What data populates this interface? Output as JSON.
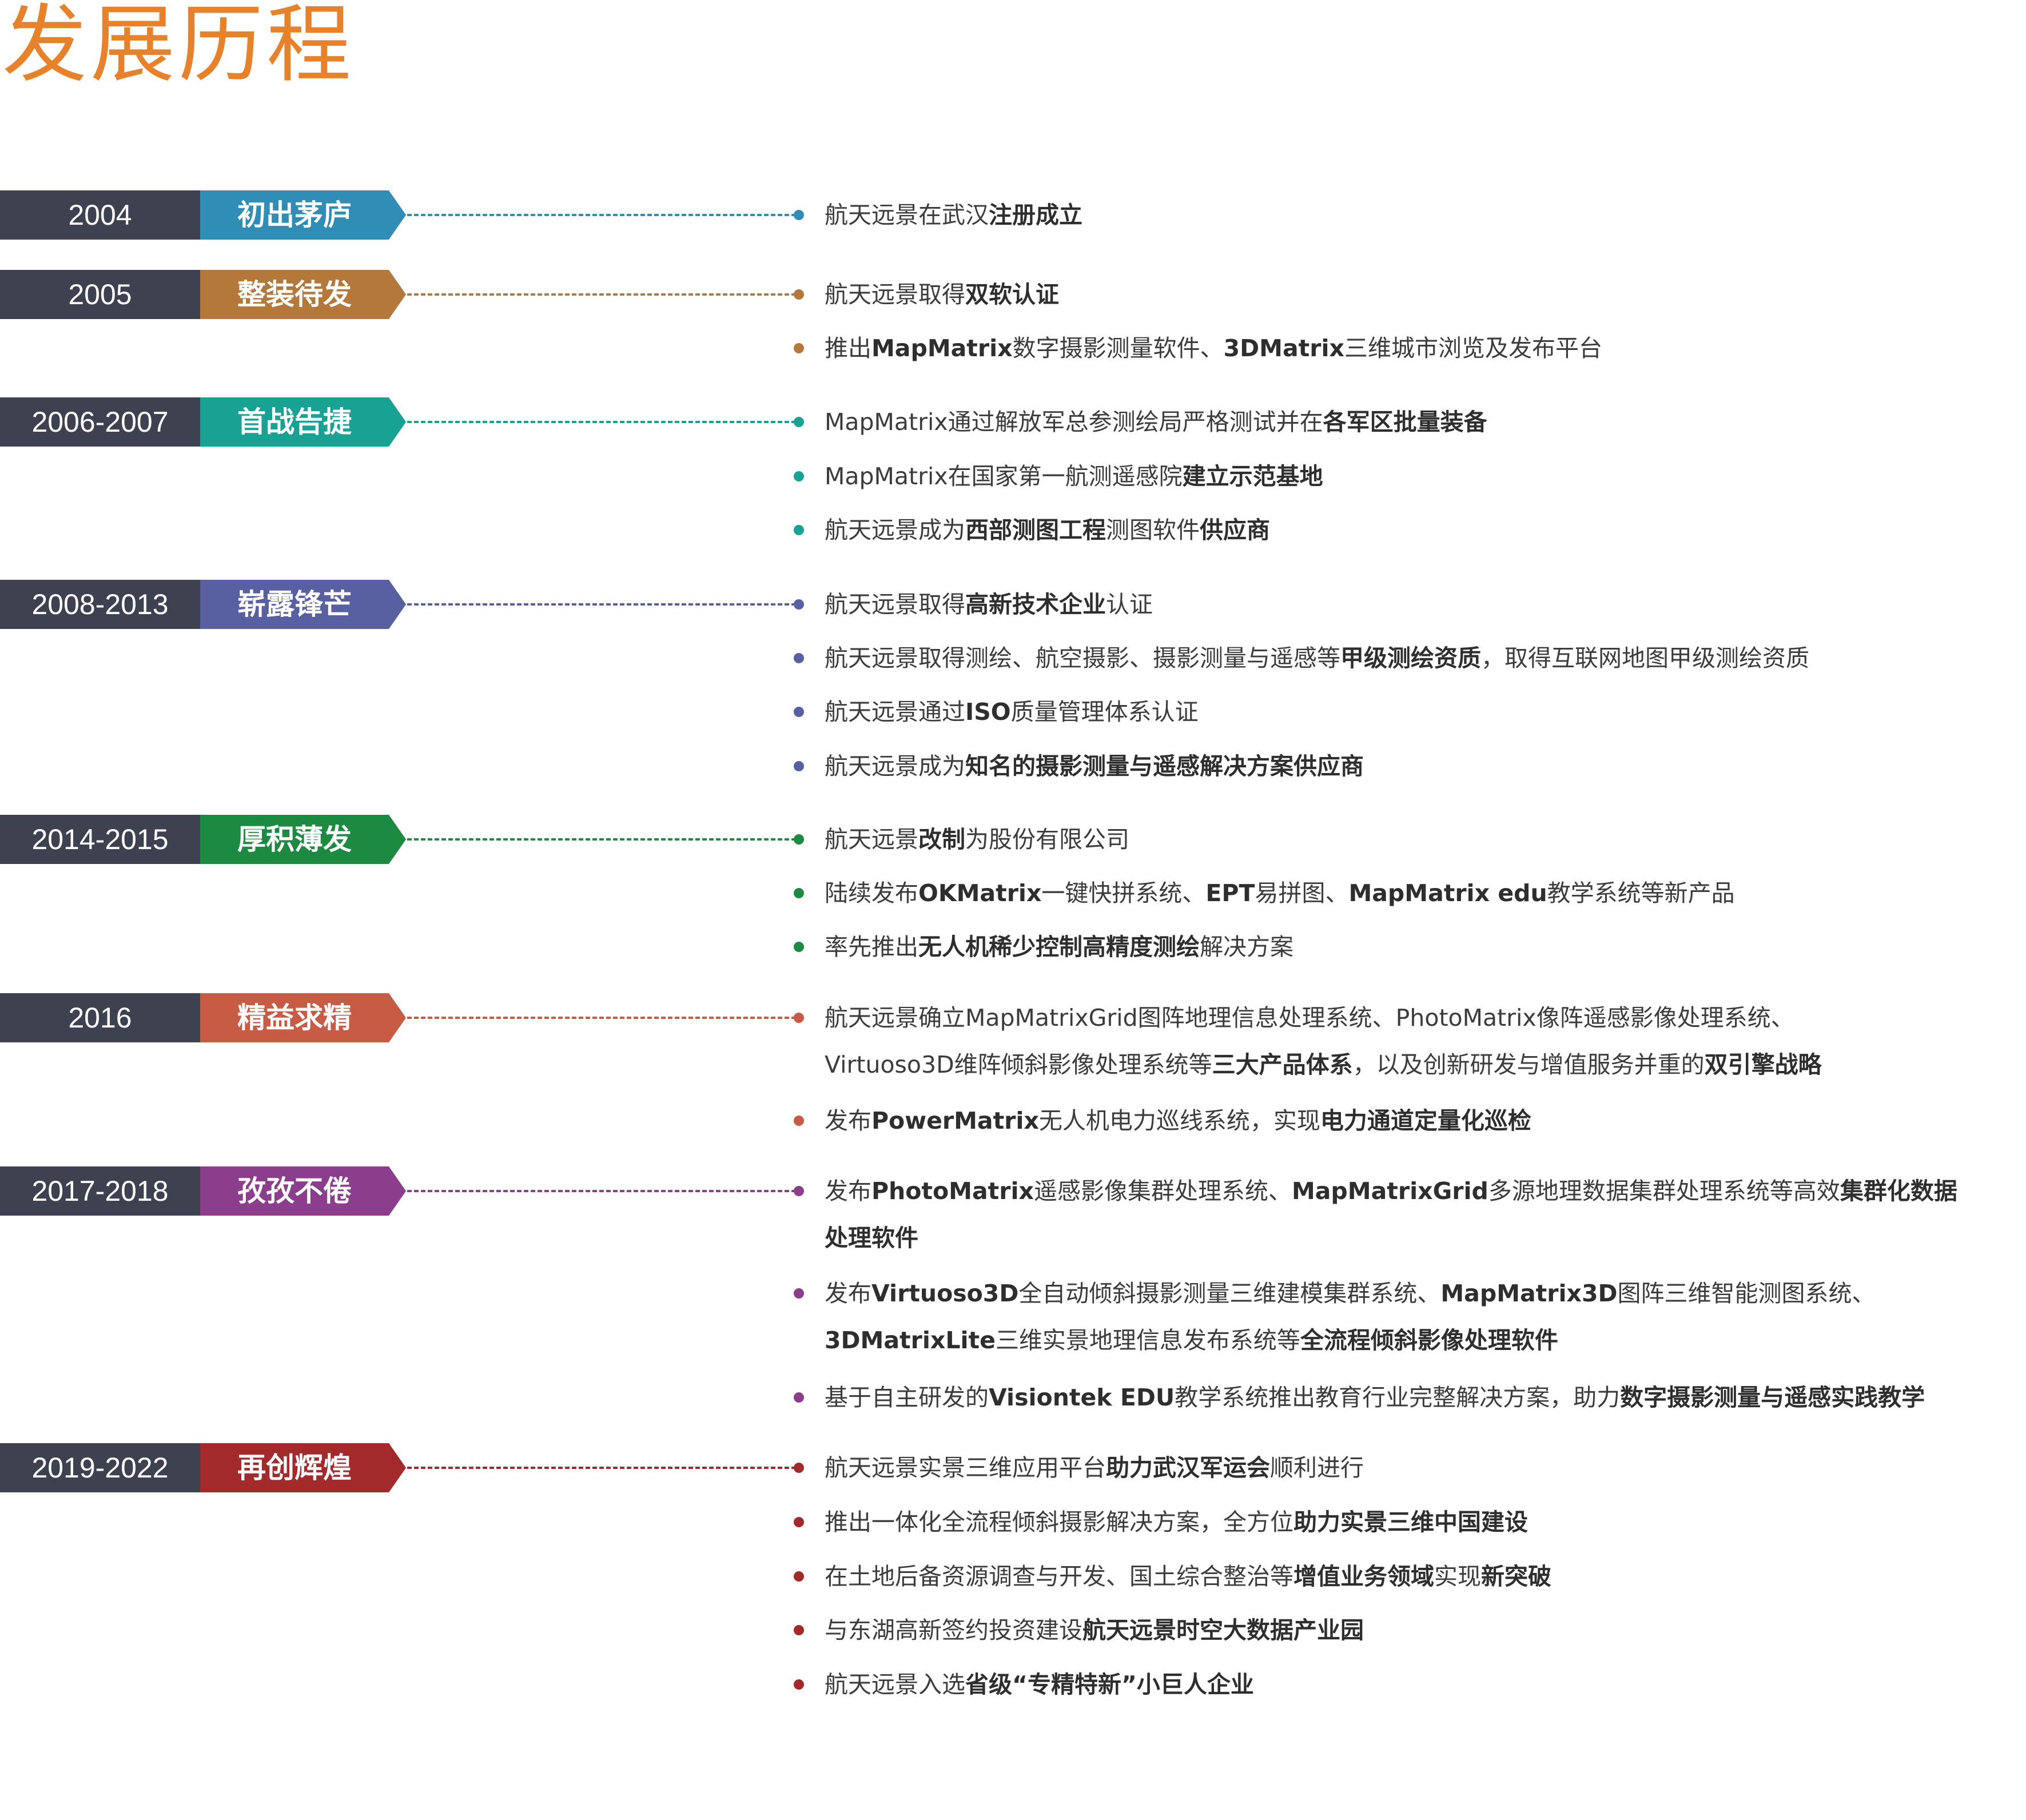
{
  "page_title": "发展历程",
  "periods": [
    {
      "year": "2004",
      "tag": "初出茅庐",
      "color": "#2f8db6",
      "events": [
        {
          "lines": [
            [
              [
                "航天远景在武汉",
                false
              ],
              [
                "注册成立",
                true
              ]
            ]
          ]
        }
      ]
    },
    {
      "year": "2005",
      "tag": "整装待发",
      "color": "#b5783b",
      "events": [
        {
          "lines": [
            [
              [
                "航天远景取得",
                false
              ],
              [
                "双软认证",
                true
              ]
            ]
          ]
        },
        {
          "lines": [
            [
              [
                "推出",
                false
              ],
              [
                "MapMatrix",
                true
              ],
              [
                "数字摄影测量软件、",
                false
              ],
              [
                "3DMatrix",
                true
              ],
              [
                "三维城市浏览及发布平台",
                false
              ]
            ]
          ]
        }
      ]
    },
    {
      "year": "2006-2007",
      "tag": "首战告捷",
      "color": "#17a294",
      "events": [
        {
          "lines": [
            [
              [
                "MapMatrix通过解放军总参测绘局严格测试并在",
                false
              ],
              [
                "各军区批量装备",
                true
              ]
            ]
          ]
        },
        {
          "lines": [
            [
              [
                "MapMatrix在国家第一航测遥感院",
                false
              ],
              [
                "建立示范基地",
                true
              ]
            ]
          ]
        },
        {
          "lines": [
            [
              [
                "航天远景成为",
                false
              ],
              [
                "西部测图工程",
                true
              ],
              [
                "测图软件",
                false
              ],
              [
                "供应商",
                true
              ]
            ]
          ]
        }
      ]
    },
    {
      "year": "2008-2013",
      "tag": "崭露锋芒",
      "color": "#5860a1",
      "events": [
        {
          "lines": [
            [
              [
                "航天远景取得",
                false
              ],
              [
                "高新技术企业",
                true
              ],
              [
                "认证",
                false
              ]
            ]
          ]
        },
        {
          "lines": [
            [
              [
                "航天远景取得测绘、航空摄影、摄影测量与遥感等",
                false
              ],
              [
                "甲级测绘资质",
                true
              ],
              [
                "，取得互联网地图甲级测绘资质",
                false
              ]
            ]
          ]
        },
        {
          "lines": [
            [
              [
                "航天远景通过",
                false
              ],
              [
                "ISO",
                true
              ],
              [
                "质量管理体系认证",
                false
              ]
            ]
          ]
        },
        {
          "lines": [
            [
              [
                "航天远景成为",
                false
              ],
              [
                "知名的摄影测量与遥感解决方案供应商",
                true
              ]
            ]
          ]
        }
      ]
    },
    {
      "year": "2014-2015",
      "tag": "厚积薄发",
      "color": "#1c8a40",
      "events": [
        {
          "lines": [
            [
              [
                "航天远景",
                false
              ],
              [
                "改制",
                true
              ],
              [
                "为股份有限公司",
                false
              ]
            ]
          ]
        },
        {
          "lines": [
            [
              [
                "陆续发布",
                false
              ],
              [
                "OKMatrix",
                true
              ],
              [
                "一键快拼系统、",
                false
              ],
              [
                "EPT",
                true
              ],
              [
                "易拼图、",
                false
              ],
              [
                "MapMatrix edu",
                true
              ],
              [
                "教学系统等新产品",
                false
              ]
            ]
          ]
        },
        {
          "lines": [
            [
              [
                "率先推出",
                false
              ],
              [
                "无人机稀少控制高精度测绘",
                true
              ],
              [
                "解决方案",
                false
              ]
            ]
          ]
        }
      ]
    },
    {
      "year": "2016",
      "tag": "精益求精",
      "color": "#c85b43",
      "events": [
        {
          "lines": [
            [
              [
                "航天远景确立MapMatrixGrid图阵地理信息处理系统、PhotoMatrix像阵遥感影像处理系统、",
                false
              ]
            ],
            [
              [
                "Virtuoso3D维阵倾斜影像处理系统等",
                false
              ],
              [
                "三大产品体系",
                true
              ],
              [
                "，以及创新研发与增值服务并重的",
                false
              ],
              [
                "双引擎战略",
                true
              ]
            ]
          ]
        },
        {
          "lines": [
            [
              [
                "发布",
                false
              ],
              [
                "PowerMatrix",
                true
              ],
              [
                "无人机电力巡线系统，实现",
                false
              ],
              [
                "电力通道定量化巡检",
                true
              ]
            ]
          ]
        }
      ]
    },
    {
      "year": "2017-2018",
      "tag": "孜孜不倦",
      "color": "#8b3e8c",
      "events": [
        {
          "lines": [
            [
              [
                "发布",
                false
              ],
              [
                "PhotoMatrix",
                true
              ],
              [
                "遥感影像集群处理系统、",
                false
              ],
              [
                "MapMatrixGrid",
                true
              ],
              [
                "多源地理数据集群处理系统等高效",
                false
              ],
              [
                "集群化数据",
                true
              ]
            ],
            [
              [
                "处理软件",
                true
              ]
            ]
          ]
        },
        {
          "lines": [
            [
              [
                "发布",
                false
              ],
              [
                "Virtuoso3D",
                true
              ],
              [
                "全自动倾斜摄影测量三维建模集群系统、",
                false
              ],
              [
                "MapMatrix3D",
                true
              ],
              [
                "图阵三维智能测图系统、",
                false
              ]
            ],
            [
              [
                "3DMatrixLite",
                true
              ],
              [
                "三维实景地理信息发布系统等",
                false
              ],
              [
                "全流程倾斜影像处理软件",
                true
              ]
            ]
          ]
        },
        {
          "lines": [
            [
              [
                "基于自主研发的",
                false
              ],
              [
                "Visiontek EDU",
                true
              ],
              [
                "教学系统推出教育行业完整解决方案，助力",
                false
              ],
              [
                "数字摄影测量与遥感实践教学",
                true
              ]
            ]
          ]
        }
      ]
    },
    {
      "year": "2019-2022",
      "tag": "再创辉煌",
      "color": "#a32a2a",
      "events": [
        {
          "lines": [
            [
              [
                "航天远景实景三维应用平台",
                false
              ],
              [
                "助力武汉军运会",
                true
              ],
              [
                "顺利进行",
                false
              ]
            ]
          ]
        },
        {
          "lines": [
            [
              [
                "推出一体化全流程倾斜摄影解决方案，全方位",
                false
              ],
              [
                "助力实景三维中国建设",
                true
              ]
            ]
          ]
        },
        {
          "lines": [
            [
              [
                "在土地后备资源调查与开发、国土综合整治等",
                false
              ],
              [
                "增值业务领域",
                true
              ],
              [
                "实现",
                false
              ],
              [
                "新突破",
                true
              ]
            ]
          ]
        },
        {
          "lines": [
            [
              [
                "与东湖高新签约投资建设",
                false
              ],
              [
                "航天远景时空大数据产业园",
                true
              ]
            ]
          ]
        },
        {
          "lines": [
            [
              [
                "航天远景入选",
                false
              ],
              [
                "省级“专精特新”小巨人企业",
                true
              ]
            ]
          ]
        }
      ]
    }
  ]
}
